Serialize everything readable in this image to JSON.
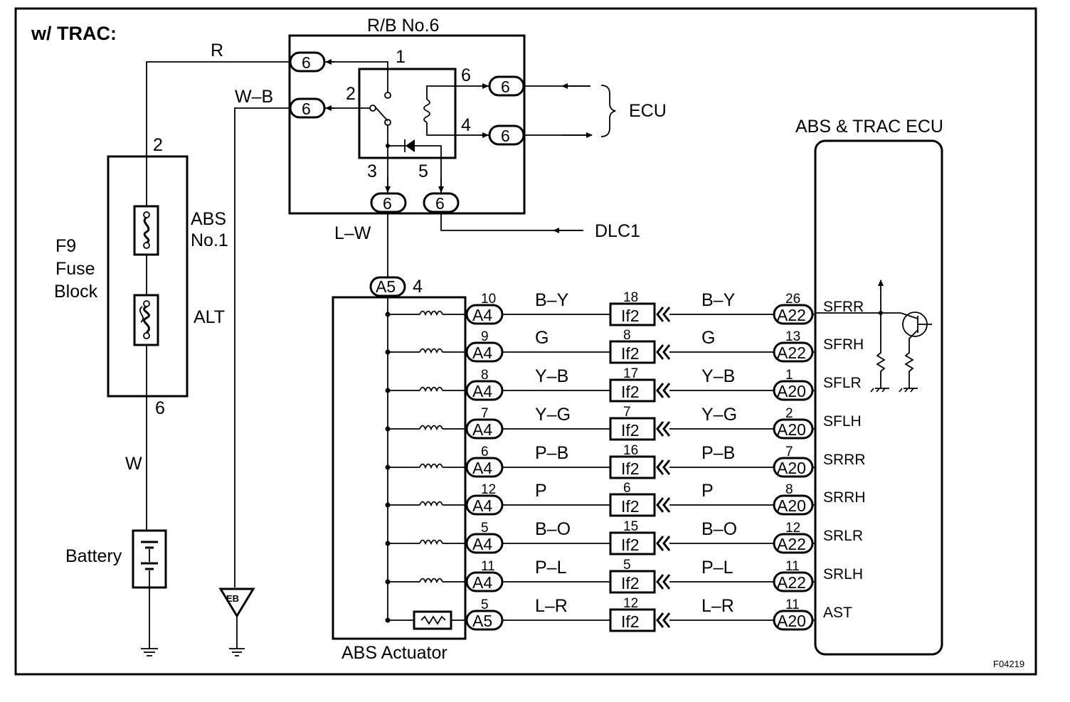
{
  "title": "w/  TRAC:",
  "figure_id": "F04219",
  "relay_box": {
    "title": "R/B No.6",
    "connector": "6",
    "pins": {
      "p1": "1",
      "p2": "2",
      "p3": "3",
      "p4": "4",
      "p5": "5",
      "p6": "6"
    },
    "ecu_label": "ECU",
    "dlc_label": "DLC1"
  },
  "wires": {
    "r": "R",
    "wb": "W–B",
    "lw": "L–W",
    "w": "W"
  },
  "fuse_block": {
    "label_line1": "F9",
    "label_line2": "Fuse",
    "label_line3": "Block",
    "fuse1_line1": "ABS",
    "fuse1_line2": "No.1",
    "fuse2": "ALT",
    "pin_top": "2",
    "pin_bottom": "6"
  },
  "battery": {
    "label": "Battery"
  },
  "ground": {
    "label": "EB"
  },
  "actuator": {
    "label": "ABS Actuator",
    "power_connector": "A5",
    "power_pin": "4"
  },
  "ecu": {
    "label": "ABS & TRAC ECU"
  },
  "circuits": [
    {
      "act_pin": "10",
      "act_conn": "A4",
      "wire1": "B–Y",
      "j_pin": "18",
      "j_conn": "If2",
      "wire2": "B–Y",
      "ecu_pin": "26",
      "ecu_conn": "A22",
      "signal": "SFRR"
    },
    {
      "act_pin": "9",
      "act_conn": "A4",
      "wire1": "G",
      "j_pin": "8",
      "j_conn": "If2",
      "wire2": "G",
      "ecu_pin": "13",
      "ecu_conn": "A22",
      "signal": "SFRH"
    },
    {
      "act_pin": "8",
      "act_conn": "A4",
      "wire1": "Y–B",
      "j_pin": "17",
      "j_conn": "If2",
      "wire2": "Y–B",
      "ecu_pin": "1",
      "ecu_conn": "A20",
      "signal": "SFLR"
    },
    {
      "act_pin": "7",
      "act_conn": "A4",
      "wire1": "Y–G",
      "j_pin": "7",
      "j_conn": "If2",
      "wire2": "Y–G",
      "ecu_pin": "2",
      "ecu_conn": "A20",
      "signal": "SFLH"
    },
    {
      "act_pin": "6",
      "act_conn": "A4",
      "wire1": "P–B",
      "j_pin": "16",
      "j_conn": "If2",
      "wire2": "P–B",
      "ecu_pin": "7",
      "ecu_conn": "A20",
      "signal": "SRRR"
    },
    {
      "act_pin": "12",
      "act_conn": "A4",
      "wire1": "P",
      "j_pin": "6",
      "j_conn": "If2",
      "wire2": "P",
      "ecu_pin": "8",
      "ecu_conn": "A20",
      "signal": "SRRH"
    },
    {
      "act_pin": "5",
      "act_conn": "A4",
      "wire1": "B–O",
      "j_pin": "15",
      "j_conn": "If2",
      "wire2": "B–O",
      "ecu_pin": "12",
      "ecu_conn": "A22",
      "signal": "SRLR"
    },
    {
      "act_pin": "11",
      "act_conn": "A4",
      "wire1": "P–L",
      "j_pin": "5",
      "j_conn": "If2",
      "wire2": "P–L",
      "ecu_pin": "11",
      "ecu_conn": "A22",
      "signal": "SRLH"
    },
    {
      "act_pin": "5",
      "act_conn": "A5",
      "wire1": "L–R",
      "j_pin": "12",
      "j_conn": "If2",
      "wire2": "L–R",
      "ecu_pin": "11",
      "ecu_conn": "A20",
      "signal": "AST"
    }
  ]
}
